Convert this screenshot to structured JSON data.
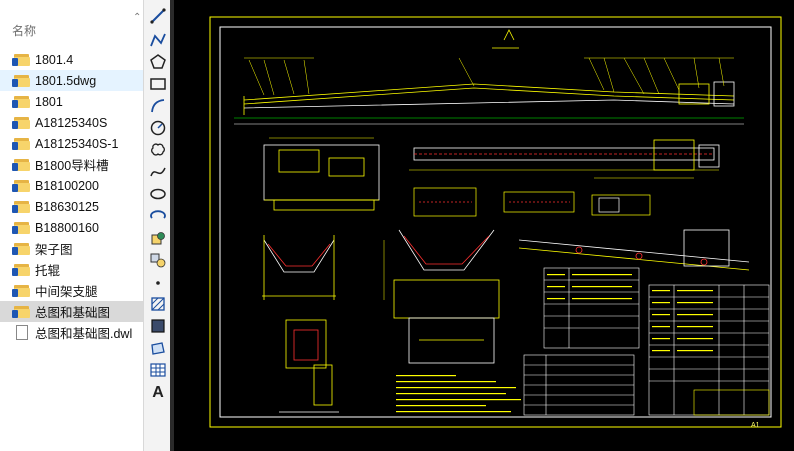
{
  "explorer": {
    "header": "名称",
    "items": [
      {
        "name": "1801.4",
        "type": "folder"
      },
      {
        "name": "1801.5dwg",
        "type": "folder"
      },
      {
        "name": "1801",
        "type": "folder"
      },
      {
        "name": "A18125340S",
        "type": "folder"
      },
      {
        "name": "A18125340S-1",
        "type": "folder"
      },
      {
        "name": "B1800导料槽",
        "type": "folder"
      },
      {
        "name": "B18100200",
        "type": "folder"
      },
      {
        "name": "B18630125",
        "type": "folder"
      },
      {
        "name": "B18800160",
        "type": "folder"
      },
      {
        "name": "架子图",
        "type": "folder"
      },
      {
        "name": "托辊",
        "type": "folder"
      },
      {
        "name": "中间架支腿",
        "type": "folder"
      },
      {
        "name": "总图和基础图",
        "type": "folder"
      },
      {
        "name": "总图和基础图.dwl",
        "type": "file"
      }
    ]
  },
  "toolbar": {
    "tools": [
      "line-icon",
      "polyline-icon",
      "polygon-icon",
      "rectangle-icon",
      "arc-icon",
      "circle-icon",
      "revcloud-icon",
      "spline-icon",
      "ellipse-icon",
      "ellipse-arc-icon",
      "insert-block-icon",
      "make-block-icon",
      "point-icon",
      "hatch-icon",
      "gradient-icon",
      "region-icon",
      "table-icon",
      "text-icon"
    ],
    "text_tool_label": "A"
  },
  "drawing": {
    "sheet_label": "A1"
  },
  "colors": {
    "cad_background": "#000000",
    "cad_yellow": "#ffff00",
    "cad_white": "#ffffff",
    "cad_red": "#ff3030",
    "cad_green": "#00ff00",
    "selection_blue": "#e5f3ff",
    "selected_gray": "#d9d9d9"
  }
}
